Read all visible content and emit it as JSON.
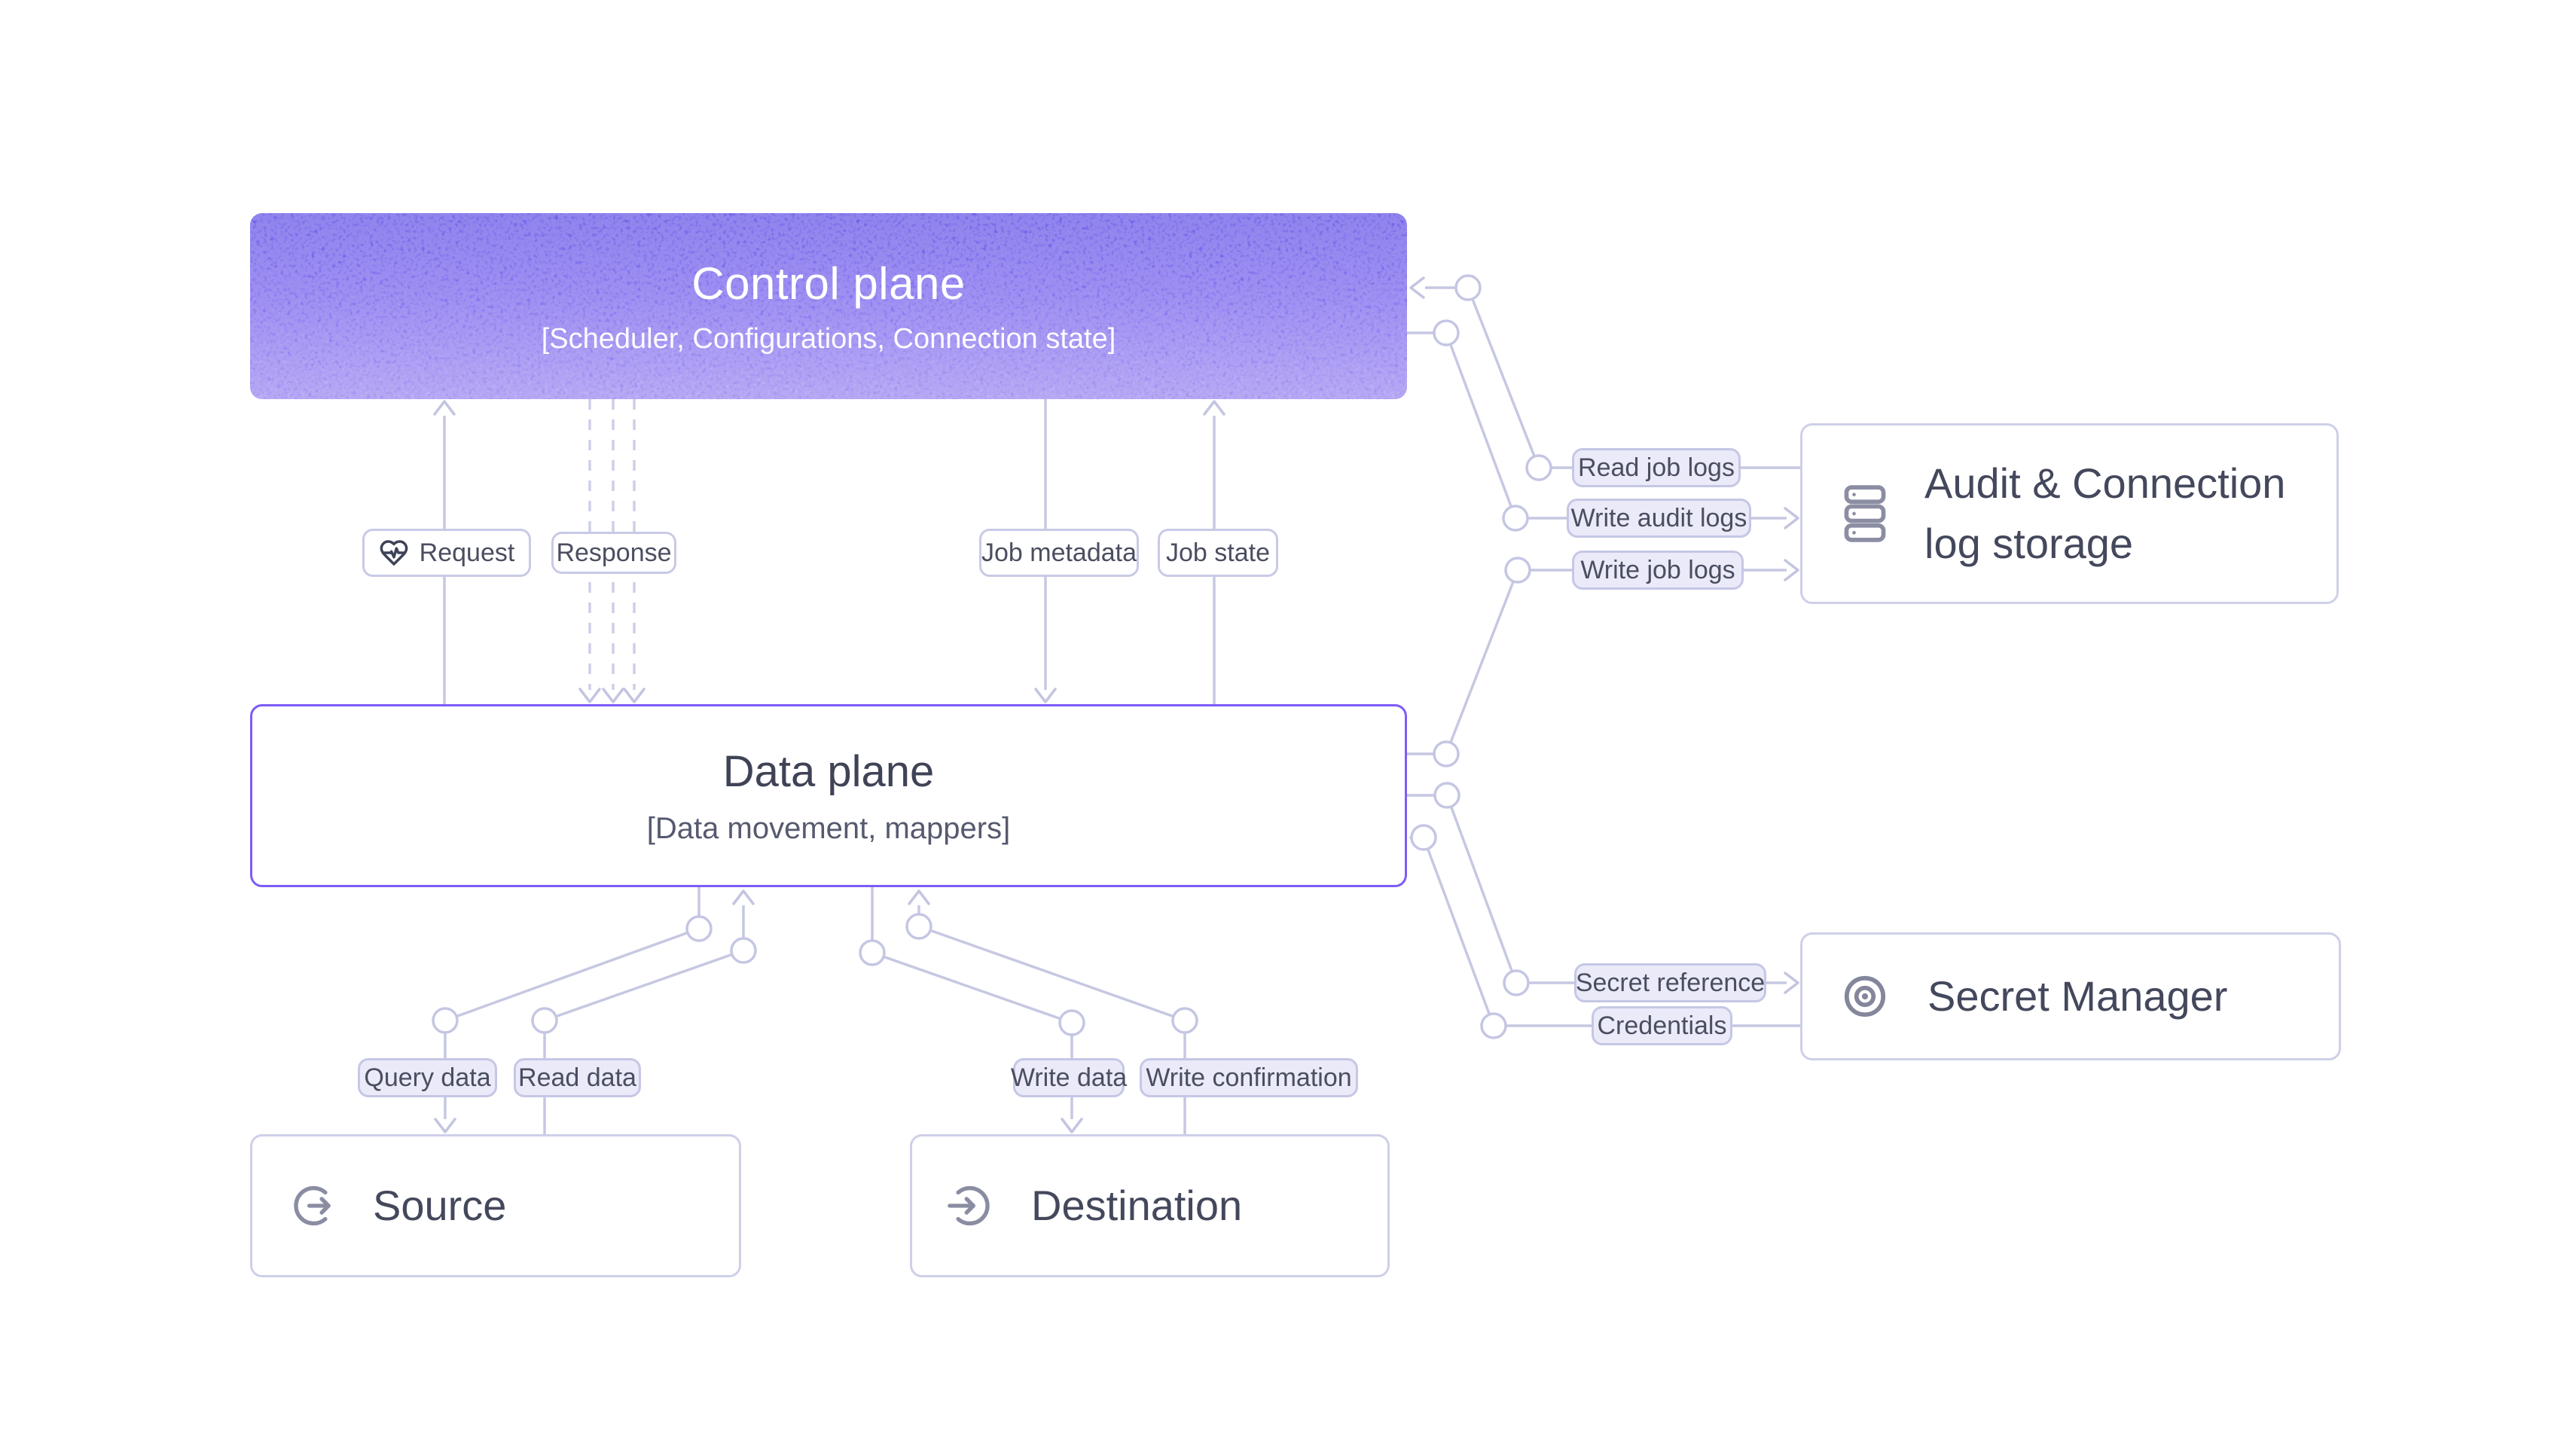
{
  "control_plane": {
    "title": "Control plane",
    "subtitle": "[Scheduler, Configurations, Connection state]"
  },
  "data_plane": {
    "title": "Data plane",
    "subtitle": "[Data movement, mappers]"
  },
  "source": {
    "title": "Source"
  },
  "destination": {
    "title": "Destination"
  },
  "audit_storage": {
    "title": "Audit & Connection\nlog storage"
  },
  "secret_manager": {
    "title": "Secret Manager"
  },
  "flow_labels": {
    "request": "Request",
    "response": "Response",
    "job_metadata": "Job metadata",
    "job_state": "Job state",
    "read_job_logs": "Read job logs",
    "write_audit_logs": "Write audit logs",
    "write_job_logs": "Write job logs",
    "secret_reference": "Secret reference",
    "credentials": "Credentials",
    "query_data": "Query data",
    "read_data": "Read data",
    "write_data": "Write data",
    "write_confirmation": "Write confirmation"
  },
  "icons": {
    "request": "heart-pulse-icon",
    "audit_storage": "server-stack-icon",
    "secret_manager": "eye-target-icon",
    "source": "arrow-out-of-circle-icon",
    "destination": "arrow-into-circle-icon"
  },
  "colors": {
    "control_gradient_top": "#6054e6",
    "control_gradient_bottom": "#a895f3",
    "data_plane_border": "#7d5bf6",
    "connector": "#c6c8e2",
    "pill_fill": "#eaeaf9",
    "pill_border": "#c5c7e5",
    "text_dark": "#44485c",
    "icon_gray": "#8a8da2",
    "background": "#ffffff"
  }
}
